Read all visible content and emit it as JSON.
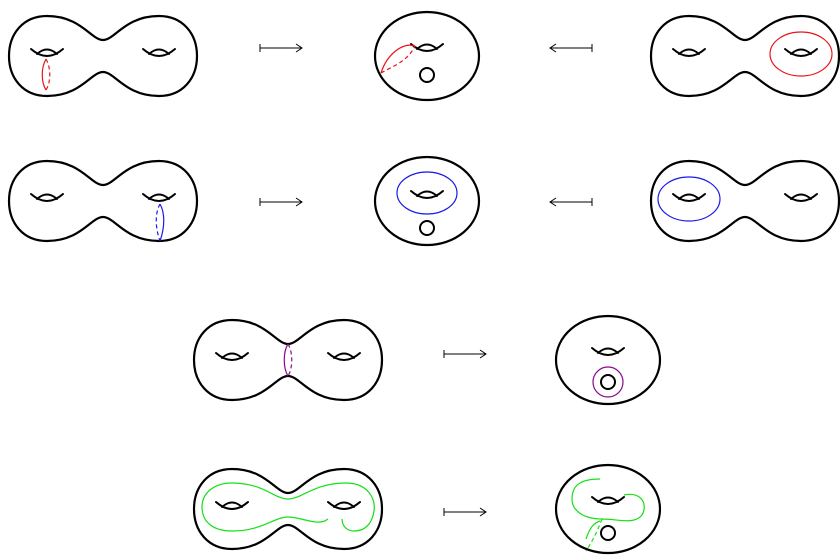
{
  "figure": {
    "rows": [
      {
        "row": "red",
        "color": "#e8141c",
        "map_arrows": [
          "maps-to-right",
          "maps-to-left"
        ],
        "description_of_curves": [
          "meridian-left-handle",
          "dashed-arc-on-torus",
          "loop-around-right-handle"
        ]
      },
      {
        "row": "blue",
        "color": "#1a1ae6",
        "map_arrows": [
          "maps-to-right",
          "maps-to-left"
        ],
        "description_of_curves": [
          "meridian-right-handle",
          "loop-around-torus-hole",
          "loop-around-left-handle"
        ]
      },
      {
        "row": "purple",
        "color": "#8a0a8a",
        "map_arrows": [
          "maps-to-right"
        ],
        "description_of_curves": [
          "separating-waist-curve",
          "loop-around-puncture"
        ]
      },
      {
        "row": "green",
        "color": "#17e017",
        "map_arrows": [
          "maps-to-right"
        ],
        "description_of_curves": [
          "curve-around-both-handles",
          "curve-ending-at-puncture"
        ]
      }
    ],
    "arrow_symbols": {
      "maps_to_right": "⟼",
      "maps_to_left": "⟻"
    }
  }
}
